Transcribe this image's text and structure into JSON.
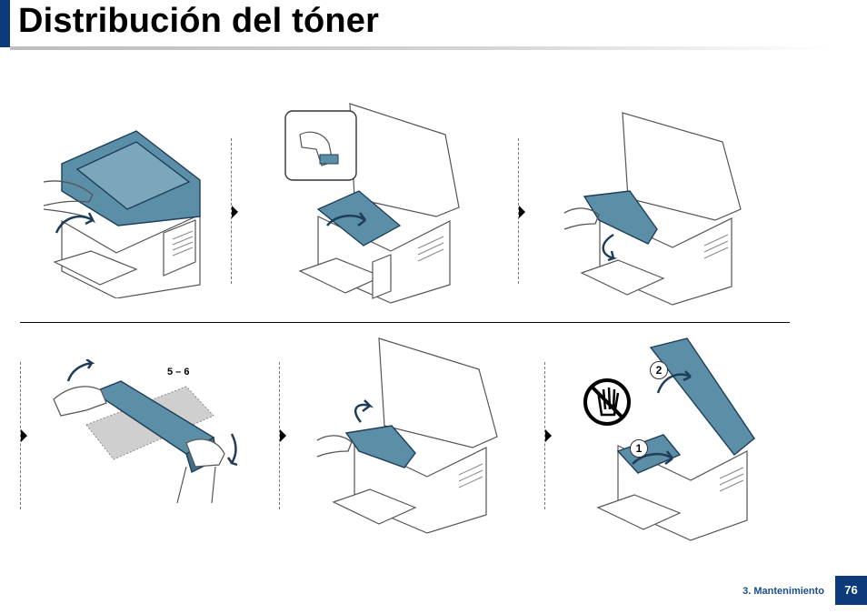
{
  "header": {
    "title": "Distribución del tóner"
  },
  "steps": [
    {
      "illustration": "open-scanner-unit"
    },
    {
      "illustration": "open-inner-cover"
    },
    {
      "illustration": "remove-toner-cartridge"
    },
    {
      "illustration": "shake-toner-cartridge",
      "range_label": "5 – 6"
    },
    {
      "illustration": "insert-toner-cartridge"
    },
    {
      "illustration": "close-cover-and-scanner",
      "callouts": [
        "1",
        "2"
      ]
    }
  ],
  "footer": {
    "section": "3. Mantenimiento",
    "page_number": "76"
  },
  "colors": {
    "accent": "#0d3a7a",
    "footer_text": "#1b4d8c",
    "part_fill": "#5b8fa8",
    "part_stroke": "#1f3d57",
    "line": "#555555",
    "separator": "#777777"
  }
}
